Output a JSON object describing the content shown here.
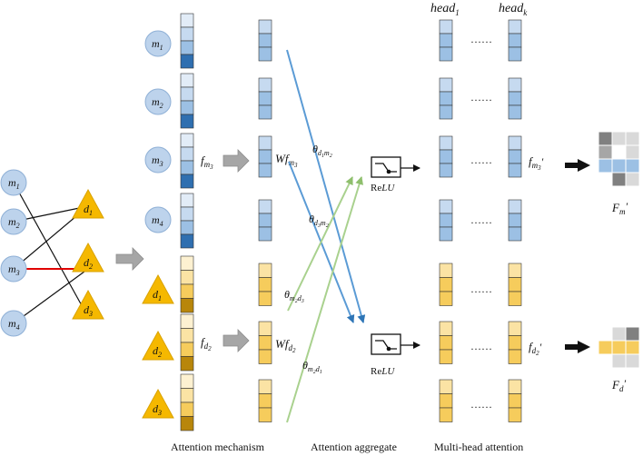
{
  "colors": {
    "node_blue": "#bdd3ec",
    "node_blue_stroke": "#8fb0d6",
    "triangle_gold": "#f5b800",
    "blue_shades": [
      "#e2ecf7",
      "#c6daf0",
      "#9cc0e4",
      "#2f6fb0"
    ],
    "gold_shades": [
      "#fdf1d1",
      "#fbe3a4",
      "#f6cc5c",
      "#b8860b"
    ],
    "arrow_blue": "#5b9bd5",
    "arrow_green": "#a9d18e",
    "edge_red": "#e00000",
    "gray_arrow": "#a6a6a6"
  },
  "graph": {
    "circle_nodes": [
      {
        "sym": "m",
        "sub": "1"
      },
      {
        "sym": "m",
        "sub": "2"
      },
      {
        "sym": "m",
        "sub": "3"
      },
      {
        "sym": "m",
        "sub": "4"
      }
    ],
    "triangle_nodes": [
      {
        "sym": "d",
        "sub": "1"
      },
      {
        "sym": "d",
        "sub": "2"
      },
      {
        "sym": "d",
        "sub": "3"
      }
    ]
  },
  "column_nodes": {
    "circles": [
      {
        "sym": "m",
        "sub": "1"
      },
      {
        "sym": "m",
        "sub": "2"
      },
      {
        "sym": "m",
        "sub": "3"
      },
      {
        "sym": "m",
        "sub": "4"
      }
    ],
    "triangles": [
      {
        "sym": "d",
        "sub": "1"
      },
      {
        "sym": "d",
        "sub": "2"
      },
      {
        "sym": "d",
        "sub": "3"
      }
    ]
  },
  "labels": {
    "f_m3": {
      "sym": "f",
      "sub": "m",
      "subsub": "3"
    },
    "f_d2": {
      "sym": "f",
      "sub": "d",
      "subsub": "2"
    },
    "wf_m3": {
      "sym": "Wf",
      "sub": "m",
      "subsub": "3"
    },
    "wf_d2": {
      "sym": "Wf",
      "sub": "d",
      "subsub": "2"
    },
    "theta_d1m2": {
      "sym": "θ",
      "sub": "d",
      "s1": "1",
      "sub2": "m",
      "s2": "2"
    },
    "theta_d3m2": {
      "sym": "θ",
      "sub": "d",
      "s1": "3",
      "sub2": "m",
      "s2": "2"
    },
    "theta_m2d3": {
      "sym": "θ",
      "sub": "m",
      "s1": "2",
      "sub2": "d",
      "s2": "3"
    },
    "theta_m2d1": {
      "sym": "θ",
      "sub": "m",
      "s1": "2",
      "sub2": "d",
      "s2": "1"
    },
    "relu_prefix": "Re",
    "relu_suffix": "LU",
    "head1": {
      "sym": "head",
      "sub": "1"
    },
    "headk": {
      "sym": "head",
      "sub": "k"
    },
    "dots": "……",
    "fm3_prime": {
      "sym": "f",
      "sub": "m",
      "subsub": "3",
      "prime": "′"
    },
    "fd2_prime": {
      "sym": "f",
      "sub": "d",
      "subsub": "2",
      "prime": "′"
    },
    "Fm_prime": {
      "sym": "F",
      "sub": "m",
      "prime": "′"
    },
    "Fd_prime": {
      "sym": "F",
      "sub": "d",
      "prime": "′"
    }
  },
  "captions": {
    "attention_mechanism": "Attention mechanism",
    "attention_aggregate": "Attention aggregate",
    "multi_head_attention": "Multi-head attention"
  }
}
